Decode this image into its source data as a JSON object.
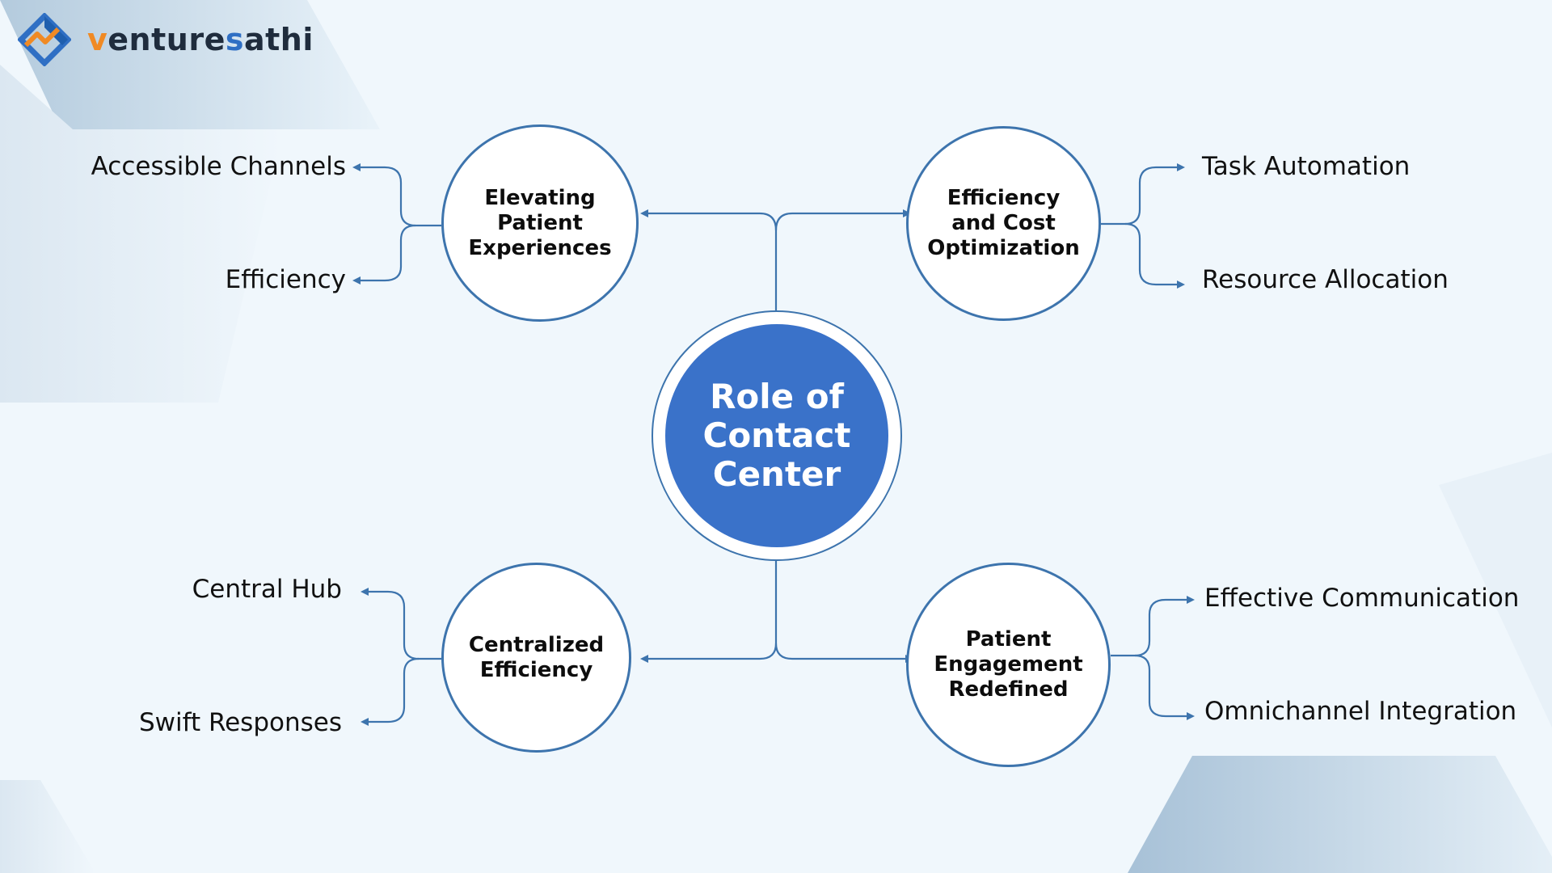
{
  "brand": {
    "name_prefix": "v",
    "name_mid": "enture",
    "name_s": "s",
    "name_suffix": "athi",
    "logo_icon": "diamond-chart-icon",
    "colors": {
      "orange": "#f08a24",
      "blue": "#2f6fc4",
      "dark": "#1f2c3d"
    }
  },
  "colors": {
    "accent": "#3a72c9",
    "line": "#3d74ad",
    "background": "#f0f7fc"
  },
  "center": {
    "label": "Role of Contact Center"
  },
  "nodes": {
    "top_left": {
      "label": "Elevating Patient Experiences",
      "items": [
        "Accessible Channels",
        "Efficiency"
      ]
    },
    "top_right": {
      "label": "Efficiency and Cost Optimization",
      "items": [
        "Task Automation",
        "Resource Allocation"
      ]
    },
    "bottom_left": {
      "label": "Centralized Efficiency",
      "items": [
        "Central Hub",
        "Swift Responses"
      ]
    },
    "bottom_right": {
      "label": "Patient Engagement Redefined",
      "items": [
        "Effective Communication",
        "Omnichannel Integration"
      ]
    }
  }
}
